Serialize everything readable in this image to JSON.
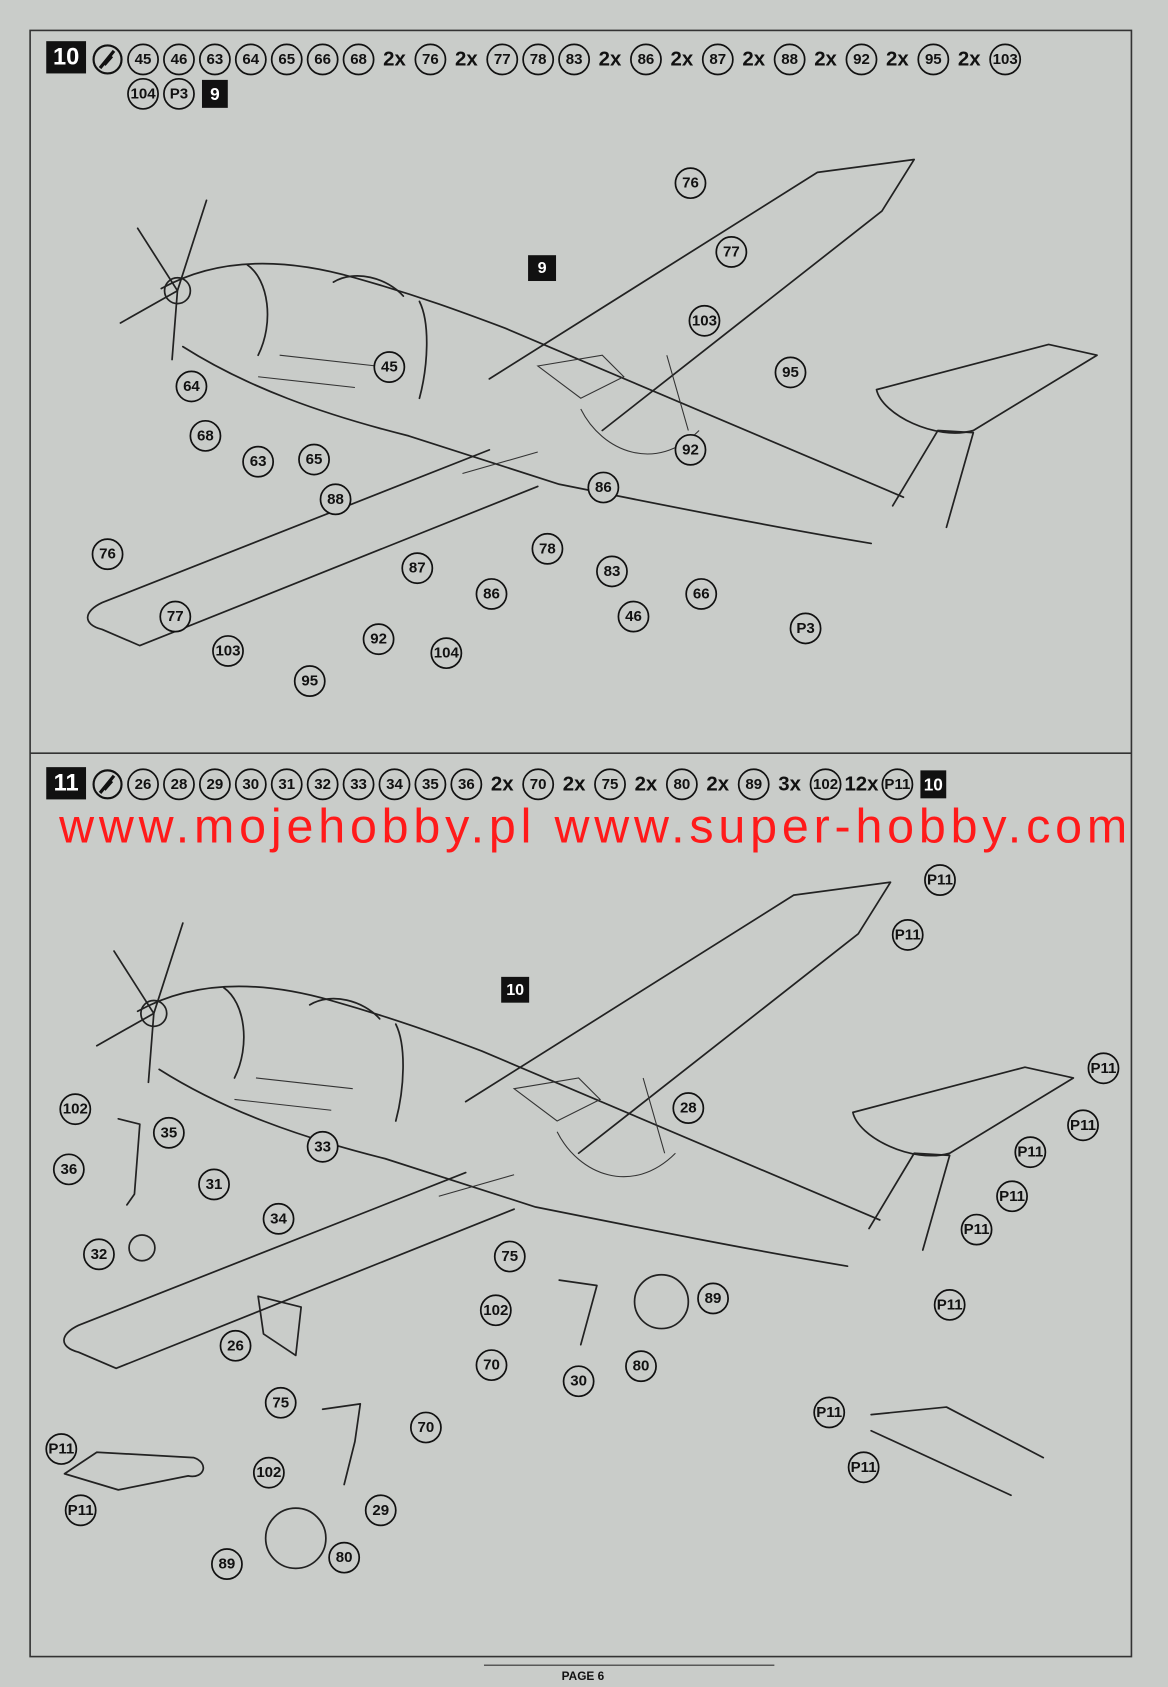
{
  "steps": [
    {
      "number": "10",
      "tool_icon": "glue-tube-icon",
      "parts_tokens": [
        "45",
        "46",
        "63",
        "64",
        "65",
        "66",
        "68",
        "2x",
        "76",
        "2x",
        "77",
        "78",
        "83",
        "2x",
        "86",
        "2x",
        "87",
        "2x",
        "88",
        "2x",
        "92",
        "2x",
        "95",
        "2x",
        "103",
        "104",
        "P3"
      ],
      "ref_step": "9",
      "diagram_step_label": "9",
      "callouts": [
        "76",
        "77",
        "103",
        "95",
        "45",
        "64",
        "68",
        "63",
        "65",
        "92",
        "86",
        "88",
        "87",
        "78",
        "83",
        "66",
        "46",
        "P3",
        "86",
        "76",
        "77",
        "103",
        "95",
        "92",
        "104"
      ]
    },
    {
      "number": "11",
      "tool_icon": "glue-tube-icon",
      "parts_tokens": [
        "26",
        "28",
        "29",
        "30",
        "31",
        "32",
        "33",
        "34",
        "35",
        "36",
        "2x",
        "70",
        "2x",
        "75",
        "2x",
        "80",
        "2x",
        "89",
        "3x",
        "102",
        "12x",
        "P11"
      ],
      "ref_step": "10",
      "diagram_step_label": "10",
      "callouts": [
        "P11",
        "P11",
        "P11",
        "P11",
        "28",
        "P11",
        "P11",
        "P11",
        "P11",
        "102",
        "35",
        "36",
        "31",
        "33",
        "34",
        "32",
        "75",
        "89",
        "102",
        "70",
        "30",
        "80",
        "26",
        "75",
        "70",
        "102",
        "29",
        "80",
        "89",
        "P11",
        "P11",
        "P11",
        "P11"
      ]
    }
  ],
  "watermark": "www.mojehobby.pl www.super-hobby.com",
  "footer": {
    "page_label": "PAGE 6"
  },
  "colors": {
    "paper": "#c9ccc9",
    "ink": "#111111",
    "watermark": "#ff1a1a"
  }
}
